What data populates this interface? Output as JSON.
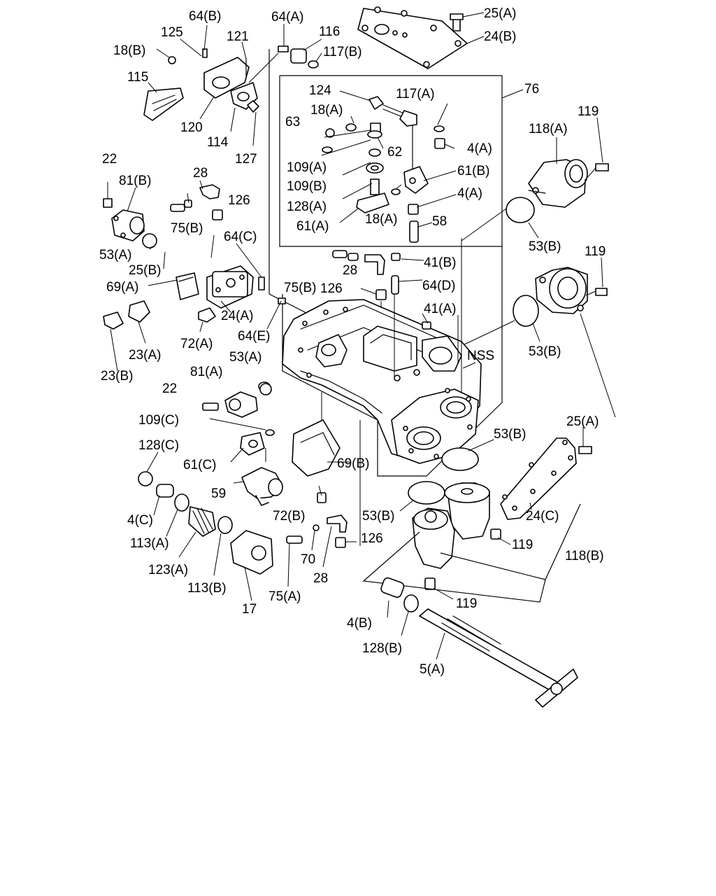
{
  "labels": [
    "64(B)",
    "125",
    "121",
    "64(A)",
    "116",
    "117(B)",
    "18(B)",
    "115",
    "120",
    "114",
    "127",
    "25(A)",
    "24(B)",
    "76",
    "124",
    "117(A)",
    "18(A)",
    "63",
    "62",
    "4(A)",
    "109(A)",
    "61(B)",
    "109(B)",
    "4(A)",
    "128(A)",
    "18(A)",
    "58",
    "61(A)",
    "119",
    "118(A)",
    "22",
    "81(B)",
    "28",
    "126",
    "75(B)",
    "64(C)",
    "53(B)",
    "53(A)",
    "25(B)",
    "119",
    "69(A)",
    "75(B)",
    "28",
    "41(B)",
    "64(D)",
    "126",
    "41(A)",
    "24(A)",
    "64(E)",
    "53(B)",
    "72(A)",
    "23(A)",
    "NSS",
    "53(A)",
    "23(B)",
    "81(A)",
    "22",
    "109(C)",
    "25(A)",
    "128(C)",
    "53(B)",
    "61(C)",
    "69(B)",
    "59",
    "72(B)",
    "24(C)",
    "4(C)",
    "53(B)",
    "113(A)",
    "126",
    "119",
    "123(A)",
    "70",
    "118(B)",
    "113(B)",
    "28",
    "75(A)",
    "17",
    "119",
    "4(B)",
    "128(B)",
    "5(A)"
  ]
}
